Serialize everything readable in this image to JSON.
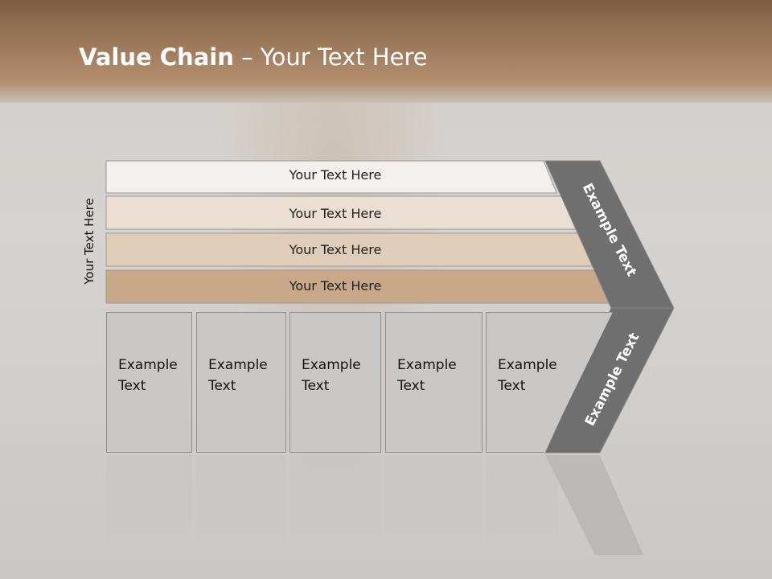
{
  "title": {
    "bold": "Value Chain",
    "rest": " – Your Text Here"
  },
  "side_label": "Your Text Here",
  "rows": [
    {
      "label": "Your Text Here",
      "fill": "#f3f0ed"
    },
    {
      "label": "Your Text Here",
      "fill": "#ebdfd4"
    },
    {
      "label": "Your Text Here",
      "fill": "#e0cdb9"
    },
    {
      "label": "Your Text Here",
      "fill": "#c9a88a"
    }
  ],
  "cells": [
    {
      "label": "Example\nText"
    },
    {
      "label": "Example\nText"
    },
    {
      "label": "Example\nText"
    },
    {
      "label": "Example\nText"
    },
    {
      "label": "Example\nText"
    }
  ],
  "chevron": {
    "upper_label": "Example Text",
    "lower_label": "Example Text",
    "color": "#6f6f6f"
  }
}
